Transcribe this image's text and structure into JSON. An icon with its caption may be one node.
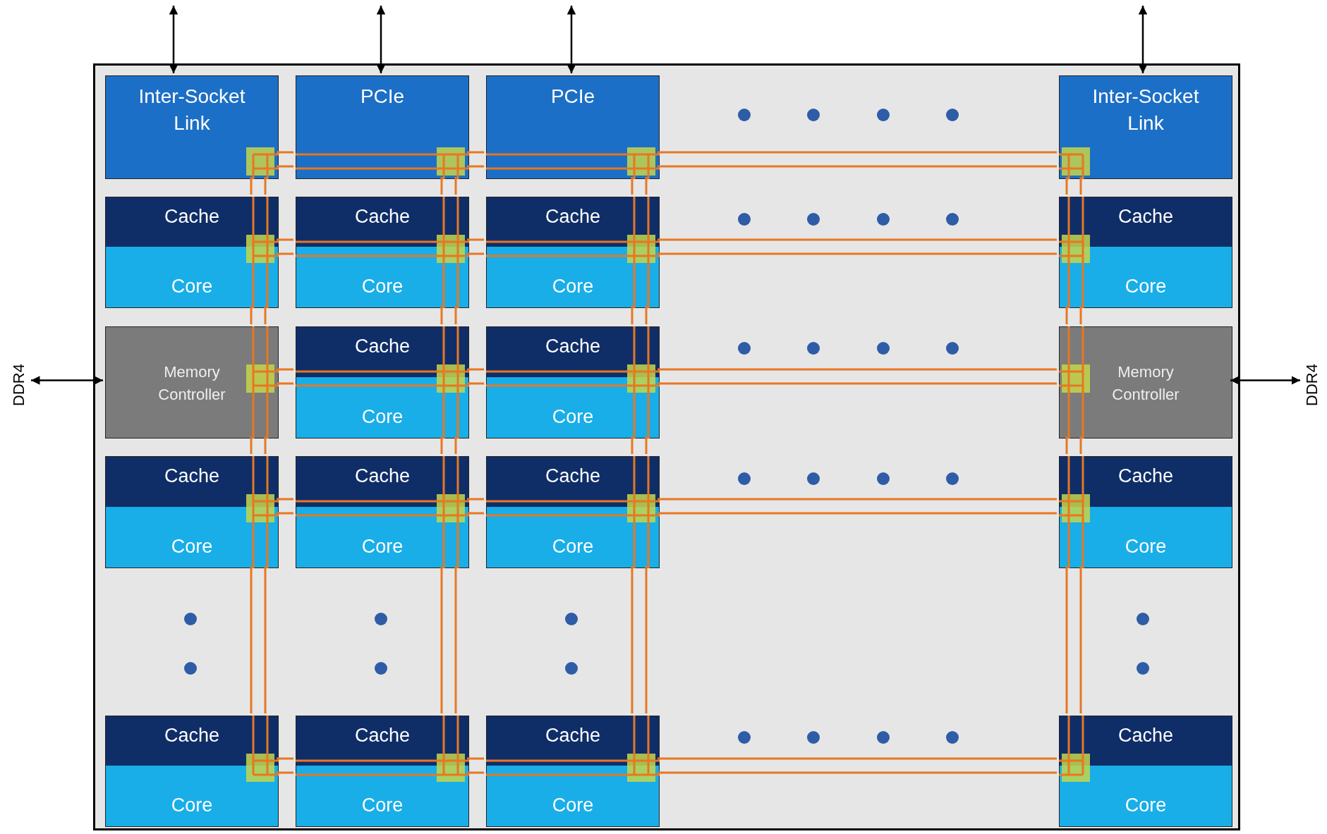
{
  "diagram": {
    "nodes": [
      {
        "text": [],
        "shape": "box"
      },
      {
        "text": [
          "Inter-Socket Link"
        ],
        "in": 0
      },
      {
        "text": [
          "PCIe"
        ],
        "in": 0
      },
      {
        "text": [
          "PCIe"
        ],
        "in": 0
      },
      {
        "text": [
          "Inter-Socket Link"
        ],
        "in": 0
      },
      {
        "text": [
          "Cache",
          "Core"
        ],
        "in": 0
      },
      {
        "text": [
          "Cache",
          "Core"
        ],
        "in": 0
      },
      {
        "text": [
          "Cache",
          "Core"
        ],
        "in": 0
      },
      {
        "text": [
          "Cache",
          "Core"
        ],
        "in": 0
      },
      {
        "text": [
          "Memory Controller"
        ],
        "in": 0
      },
      {
        "text": [
          "Cache",
          "Core"
        ],
        "in": 0
      },
      {
        "text": [
          "Cache",
          "Core"
        ],
        "in": 0
      },
      {
        "text": [
          "Memory Controller"
        ],
        "in": 0
      },
      {
        "text": [
          "Cache",
          "Core"
        ],
        "in": 0
      },
      {
        "text": [
          "Cache",
          "Core"
        ],
        "in": 0
      },
      {
        "text": [
          "Cache",
          "Core"
        ],
        "in": 0
      },
      {
        "text": [
          "Cache",
          "Core"
        ],
        "in": 0
      },
      {
        "text": [
          "Cache",
          "Core"
        ],
        "in": 0
      },
      {
        "text": [
          "Cache",
          "Core"
        ],
        "in": 0
      },
      {
        "text": [
          "Cache",
          "Core"
        ],
        "in": 0
      },
      {
        "text": [
          "Cache",
          "Core"
        ],
        "in": 0
      },
      {
        "text": [
          "DDR4"
        ]
      },
      {
        "text": [
          "DDR4"
        ]
      }
    ],
    "edges": [
      {
        "from": 1,
        "to": null,
        "arrow": "both",
        "color": "#000000"
      },
      {
        "from": 2,
        "to": null,
        "arrow": "both",
        "color": "#000000"
      },
      {
        "from": 3,
        "to": null,
        "arrow": "both",
        "color": "#000000"
      },
      {
        "from": 4,
        "to": null,
        "arrow": "both",
        "color": "#000000"
      },
      {
        "from": 9,
        "to": 21,
        "arrow": "both",
        "color": "#000000"
      },
      {
        "from": 12,
        "to": 22,
        "arrow": "both",
        "color": "#000000"
      },
      {
        "from": 1,
        "to": 2,
        "arrow": "none"
      },
      {
        "from": 2,
        "to": 3,
        "arrow": "none"
      },
      {
        "from": 3,
        "to": 4,
        "arrow": "none"
      },
      {
        "from": 5,
        "to": 6,
        "arrow": "none"
      },
      {
        "from": 6,
        "to": 7,
        "arrow": "none"
      },
      {
        "from": 7,
        "to": 8,
        "arrow": "none"
      },
      {
        "from": 9,
        "to": 10,
        "arrow": "none"
      },
      {
        "from": 10,
        "to": 11,
        "arrow": "none"
      },
      {
        "from": 11,
        "to": 12,
        "arrow": "none"
      },
      {
        "from": 13,
        "to": 14,
        "arrow": "none"
      },
      {
        "from": 14,
        "to": 15,
        "arrow": "none"
      },
      {
        "from": 15,
        "to": 16,
        "arrow": "none"
      },
      {
        "from": 17,
        "to": 18,
        "arrow": "none"
      },
      {
        "from": 18,
        "to": 19,
        "arrow": "none"
      },
      {
        "from": 19,
        "to": 20,
        "arrow": "none"
      },
      {
        "from": 1,
        "to": 5,
        "arrow": "none"
      },
      {
        "from": 5,
        "to": 9,
        "arrow": "none"
      },
      {
        "from": 9,
        "to": 13,
        "arrow": "none"
      },
      {
        "from": 13,
        "to": 17,
        "arrow": "none"
      },
      {
        "from": 2,
        "to": 6,
        "arrow": "none"
      },
      {
        "from": 6,
        "to": 10,
        "arrow": "none"
      },
      {
        "from": 10,
        "to": 14,
        "arrow": "none"
      },
      {
        "from": 14,
        "to": 18,
        "arrow": "none"
      },
      {
        "from": 3,
        "to": 7,
        "arrow": "none"
      },
      {
        "from": 7,
        "to": 11,
        "arrow": "none"
      },
      {
        "from": 11,
        "to": 15,
        "arrow": "none"
      },
      {
        "from": 15,
        "to": 19,
        "arrow": "none"
      },
      {
        "from": 4,
        "to": 8,
        "arrow": "none"
      },
      {
        "from": 8,
        "to": 12,
        "arrow": "none"
      },
      {
        "from": 12,
        "to": 16,
        "arrow": "none"
      },
      {
        "from": 16,
        "to": 20,
        "arrow": "none"
      }
    ]
  }
}
